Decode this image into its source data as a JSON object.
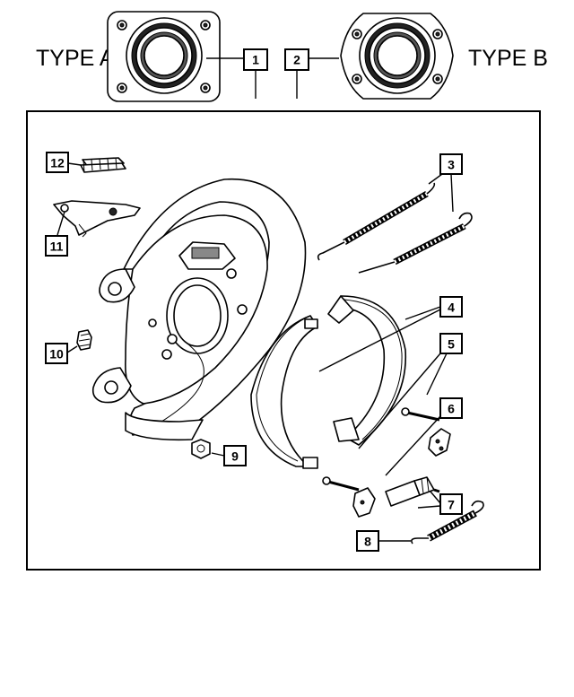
{
  "type_labels": {
    "type_a": "TYPE A",
    "type_b": "TYPE B"
  },
  "callouts": [
    {
      "id": "c1",
      "label": "1"
    },
    {
      "id": "c2",
      "label": "2"
    },
    {
      "id": "c3",
      "label": "3"
    },
    {
      "id": "c4",
      "label": "4"
    },
    {
      "id": "c5",
      "label": "5"
    },
    {
      "id": "c6",
      "label": "6"
    },
    {
      "id": "c7",
      "label": "7"
    },
    {
      "id": "c8",
      "label": "8"
    },
    {
      "id": "c9",
      "label": "9"
    },
    {
      "id": "c10",
      "label": "10"
    },
    {
      "id": "c11",
      "label": "11"
    },
    {
      "id": "c12",
      "label": "12"
    }
  ]
}
